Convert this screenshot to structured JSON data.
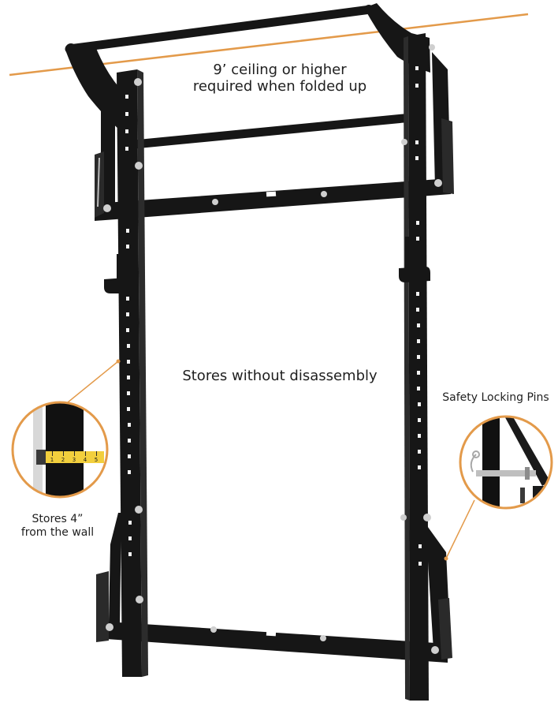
{
  "annotations": {
    "ceiling_line1": "9’ ceiling or higher",
    "ceiling_line2": "required when folded up",
    "center_label": "Stores without disassembly",
    "pins_label": "Safety Locking Pins",
    "stores_line1": "Stores 4”",
    "stores_line2": "from the wall"
  },
  "tape_measure": {
    "ticks": [
      "1",
      "2",
      "3",
      "4",
      "5"
    ]
  },
  "colors": {
    "frame": "#161616",
    "accent_orange": "#e39a4a",
    "tape_yellow": "#f2cf3d",
    "background": "#ffffff"
  }
}
